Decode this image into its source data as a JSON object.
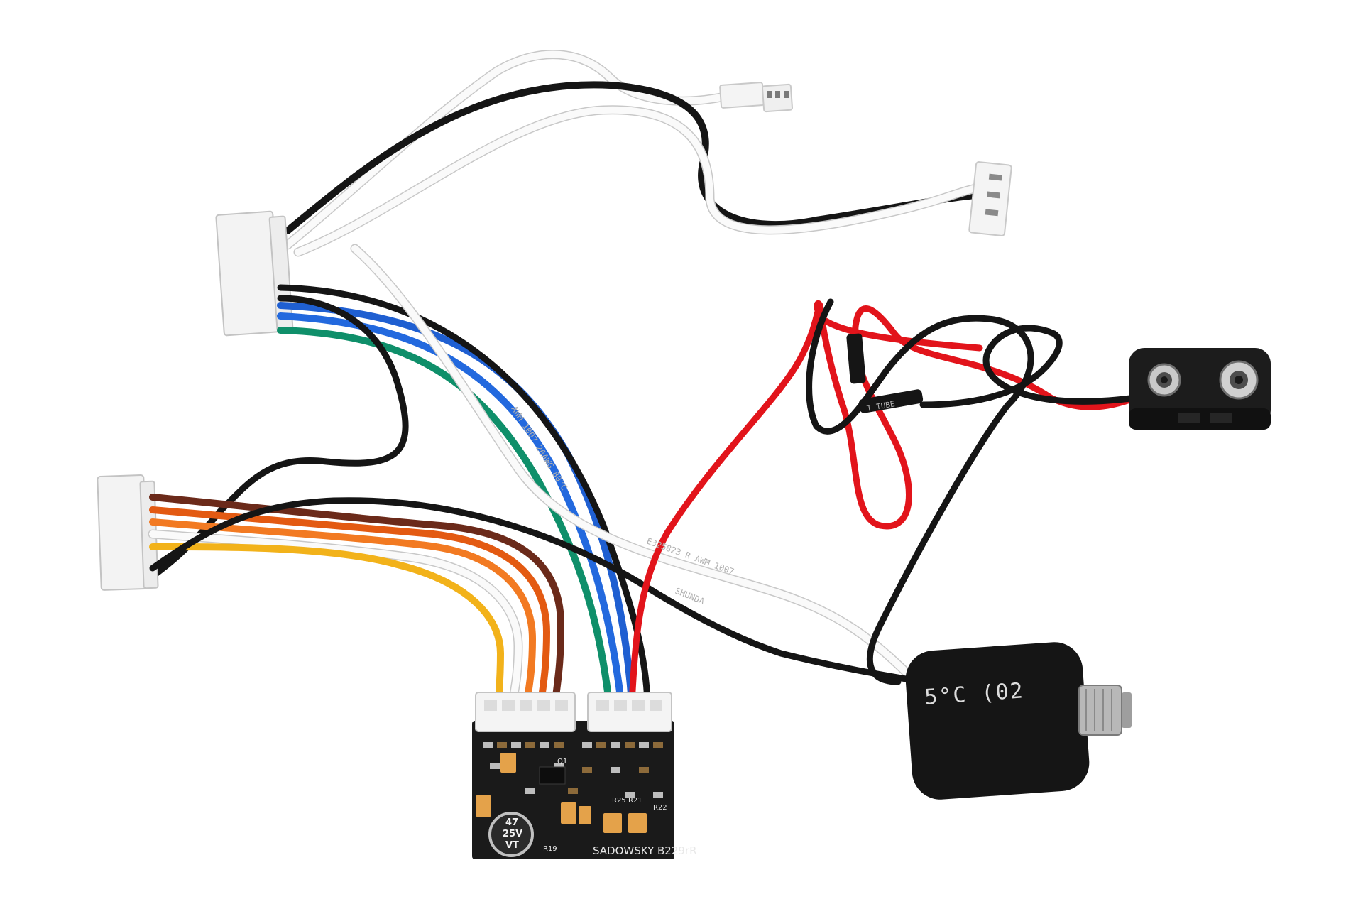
{
  "photo": {
    "subject": "preamp-wiring-harness",
    "background_color": "#ffffff"
  },
  "board": {
    "model_label": "SADOWSKY B229rR",
    "capacitor_label": "47\n25V\nVT",
    "capacitor_lines": [
      "47",
      "25V",
      "VT"
    ],
    "silkscreen": {
      "r25": "R25",
      "r21": "R21",
      "r22": "R22",
      "r19": "R19",
      "q1": "Q1"
    }
  },
  "output_jack": {
    "sleeve_text": "5°C  (02"
  },
  "cable_prints": {
    "white_cable_1": "AWM 1007 26AWG 80°C",
    "black_cable_1": "SHUNDA",
    "white_cable_2": "E325823 R AWM 1007",
    "black_cable_2": "T TUBE"
  },
  "colors": {
    "wire_black": "#151515",
    "wire_white": "#fafafa",
    "wire_red": "#e2141b",
    "wire_blue": "#1f5fd1",
    "wire_green": "#0f8f6a",
    "wire_brown": "#6b2a1a",
    "wire_orange": "#f06a1a",
    "wire_yellow": "#f2b21a",
    "pcb": "#1a1a1a",
    "tantalum_cap": "#e4a24a",
    "connector_housing": "#f4f4f4",
    "heatshrink": "#151515",
    "jack_metal": "#bdbdbd"
  }
}
